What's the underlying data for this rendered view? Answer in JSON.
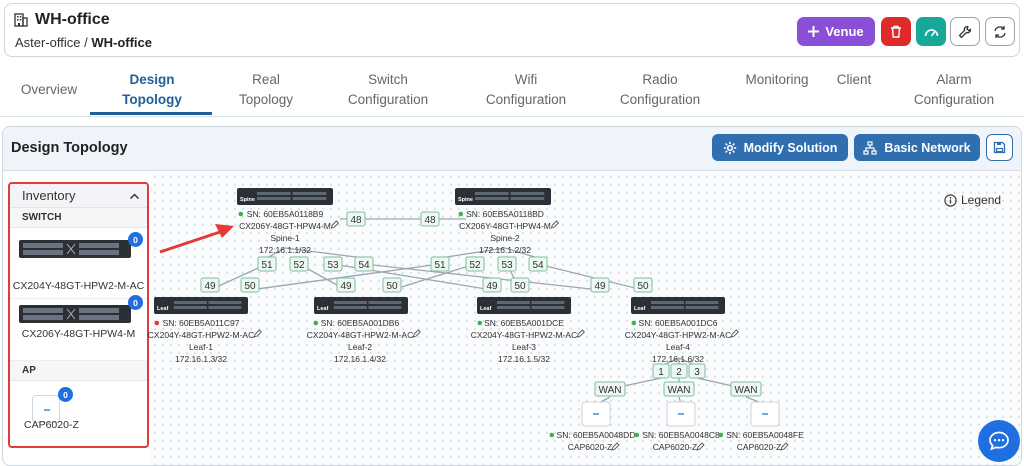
{
  "venue": {
    "name": "WH-office",
    "breadcrumb_parent": "Aster-office / ",
    "breadcrumb_current": "WH-office"
  },
  "header_actions": {
    "venue_label": "Venue"
  },
  "tabs": [
    {
      "line1": "Overview",
      "line2": ""
    },
    {
      "line1": "Design",
      "line2": "Topology"
    },
    {
      "line1": "Real",
      "line2": "Topology"
    },
    {
      "line1": "Switch",
      "line2": "Configuration"
    },
    {
      "line1": "Wifi",
      "line2": "Configuration"
    },
    {
      "line1": "Radio",
      "line2": "Configuration"
    },
    {
      "line1": "Monitoring",
      "line2": ""
    },
    {
      "line1": "Client",
      "line2": ""
    },
    {
      "line1": "Alarm",
      "line2": "Configuration"
    }
  ],
  "panel": {
    "title": "Design Topology",
    "modify_label": "Modify Solution",
    "basic_label": "Basic Network"
  },
  "inventory": {
    "title": "Inventory",
    "switch_section": "SWITCH",
    "ap_section": "AP",
    "switches": [
      {
        "model": "CX204Y-48GT-HPW2-M-AC",
        "count": "0"
      },
      {
        "model": "CX206Y-48GT-HPW4-M",
        "count": "0"
      }
    ],
    "aps": [
      {
        "model": "CAP6020-Z",
        "count": "0"
      }
    ]
  },
  "legend_label": "Legend",
  "topology": {
    "spine_tag": "Spine",
    "leaf_tag": "Leaf",
    "spines": [
      {
        "sn": "SN: 60EB5A0118B9",
        "model": "CX206Y-48GT-HPW4-M",
        "name": "Spine-1",
        "ip": "172.16.1.1/32",
        "status": "online"
      },
      {
        "sn": "SN: 60EB5A0118BD",
        "model": "CX206Y-48GT-HPW4-M",
        "name": "Spine-2",
        "ip": "172.16.1.2/32",
        "status": "online"
      }
    ],
    "leaves": [
      {
        "sn": "SN: 60EB5A011C97",
        "model": "CX204Y-48GT-HPW2-M-AC",
        "name": "Leaf-1",
        "ip": "172.16.1.3/32",
        "status": "offline"
      },
      {
        "sn": "SN: 60EB5A001DB6",
        "model": "CX204Y-48GT-HPW2-M-AC",
        "name": "Leaf-2",
        "ip": "172.16.1.4/32",
        "status": "online"
      },
      {
        "sn": "SN: 60EB5A001DCE",
        "model": "CX204Y-48GT-HPW2-M-AC",
        "name": "Leaf-3",
        "ip": "172.16.1.5/32",
        "status": "online"
      },
      {
        "sn": "SN: 60EB5A001DC6",
        "model": "CX204Y-48GT-HPW2-M-AC",
        "name": "Leaf-4",
        "ip": "172.16.1.6/32",
        "status": "online"
      }
    ],
    "aps": [
      {
        "sn": "SN: 60EB5A0048DD",
        "model": "CAP6020-Z"
      },
      {
        "sn": "SN: 60EB5A0048C8",
        "model": "CAP6020-Z"
      },
      {
        "sn": "SN: 60EB5A0048FE",
        "model": "CAP6020-Z"
      }
    ],
    "spine_link_ports": [
      "48",
      "48"
    ],
    "spine1_ports": [
      "51",
      "52",
      "53",
      "54"
    ],
    "spine2_ports": [
      "51",
      "52",
      "53",
      "54"
    ],
    "leaf_ports": [
      [
        "49",
        "50"
      ],
      [
        "49",
        "50"
      ],
      [
        "49",
        "50"
      ],
      [
        "49",
        "50"
      ]
    ],
    "ap_ports": [
      "1",
      "2",
      "3"
    ],
    "wan_label": "WAN",
    "colors": {
      "online": "#3cb44b",
      "offline": "#e53935",
      "link": "#9aa6b2",
      "port_border": "#7fbfa0"
    }
  }
}
